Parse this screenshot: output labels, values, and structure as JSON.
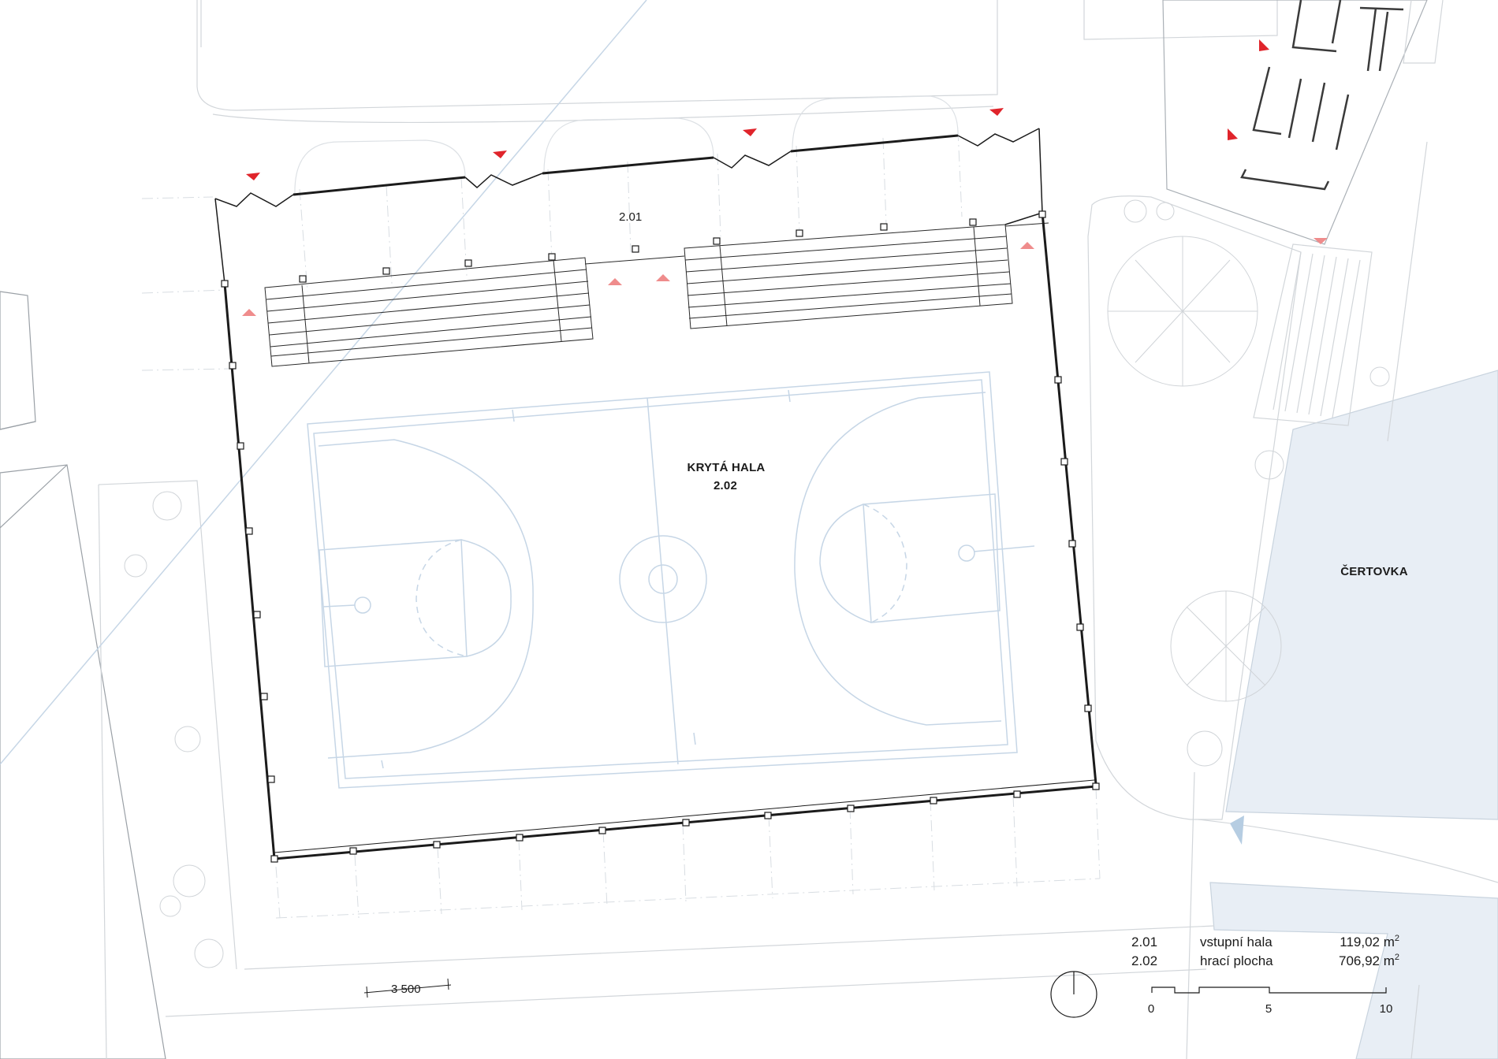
{
  "rooms": [
    {
      "code": "2.01",
      "name": "vstupní hala",
      "area": "119,02 m",
      "area_sup": "2"
    },
    {
      "code": "2.02",
      "name": "hrací plocha",
      "area": "706,92 m",
      "area_sup": "2"
    }
  ],
  "labels": {
    "entrance_code": "2.01",
    "hall_name": "KRYTÁ HALA",
    "hall_code": "2.02",
    "river": "ČERTOVKA",
    "dimension": "3 500"
  },
  "scale_bar": {
    "ticks": [
      "0",
      "5",
      "10"
    ]
  },
  "colors": {
    "walls": "#1b1b1b",
    "court_lines": "#c6d6e6",
    "site_lines": "#d2d6da",
    "water": "#e8eef5",
    "entry_marker": "#e0242b",
    "entry_marker_light": "#ef8c8c",
    "north_marker": "#b6cde2"
  },
  "icons": [
    "entry-marker-icon",
    "north-arrow-icon",
    "tree-icon"
  ]
}
